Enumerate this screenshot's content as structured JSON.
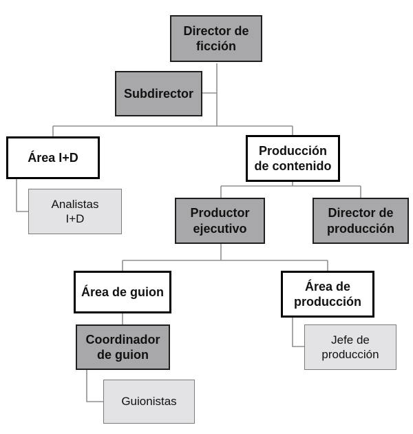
{
  "nodes": {
    "director_ficcion": {
      "lines": [
        "Director de",
        "ficción"
      ],
      "style": "dark"
    },
    "subdirector": {
      "lines": [
        "Subdirector"
      ],
      "style": "dark"
    },
    "area_id": {
      "lines": [
        "Área I+D"
      ],
      "style": "white"
    },
    "analistas": {
      "lines": [
        "Analistas",
        "I+D"
      ],
      "style": "light"
    },
    "produccion_contenido": {
      "lines": [
        "Producción",
        "de contenido"
      ],
      "style": "white"
    },
    "productor_ejecutivo": {
      "lines": [
        "Productor",
        "ejecutivo"
      ],
      "style": "dark"
    },
    "director_produccion": {
      "lines": [
        "Director de",
        "producción"
      ],
      "style": "dark"
    },
    "area_guion": {
      "lines": [
        "Área de guion"
      ],
      "style": "white"
    },
    "coordinador_guion": {
      "lines": [
        "Coordinador",
        "de guion"
      ],
      "style": "dark"
    },
    "guionistas": {
      "lines": [
        "Guionistas"
      ],
      "style": "light"
    },
    "area_produccion": {
      "lines": [
        "Área de",
        "producción"
      ],
      "style": "white"
    },
    "jefe_produccion": {
      "lines": [
        "Jefe de",
        "producción"
      ],
      "style": "light"
    }
  },
  "colors": {
    "dark_fill": "#a8a8aa",
    "light_fill": "#e3e3e5",
    "white_fill": "#ffffff",
    "connector": "#8f8f8f"
  }
}
